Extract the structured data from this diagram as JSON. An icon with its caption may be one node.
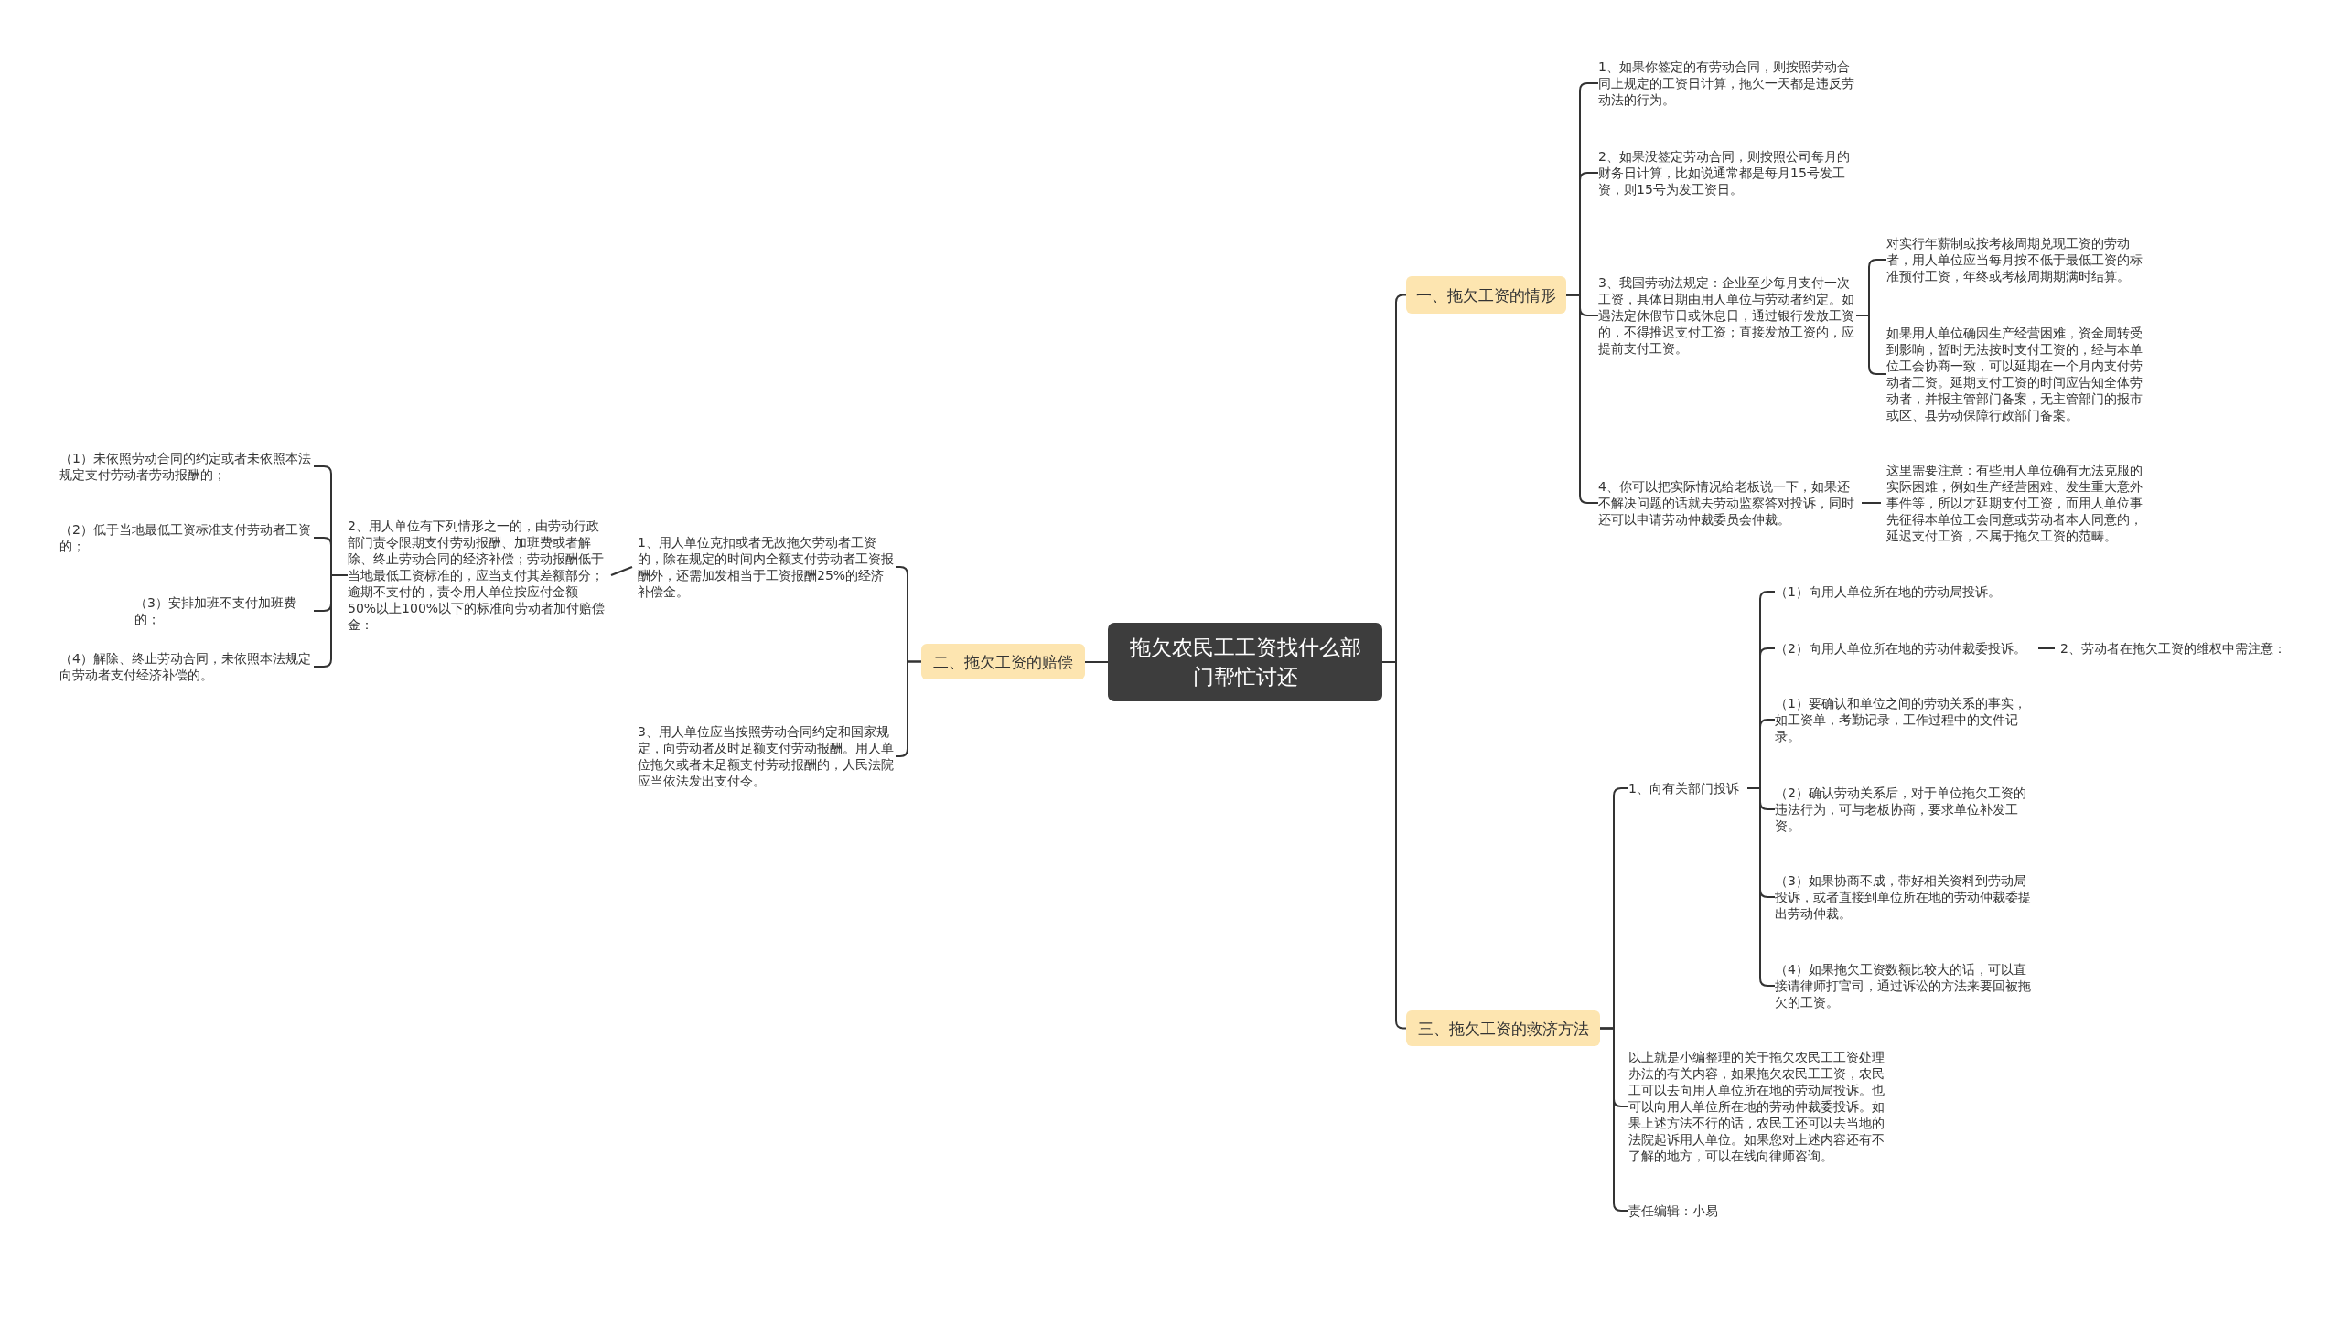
{
  "diagram": {
    "nodes": [
      {
        "text": [
          "拖欠农民工工资找什么部门帮忙讨还"
        ]
      },
      {
        "text": [
          "一、拖欠工资的情形"
        ]
      },
      {
        "text": [
          "1、如果你签定的有劳动合同，则按照劳动合同上规定的工资日计算，拖欠一天都是违反劳动法的行为。"
        ]
      },
      {
        "text": [
          "2、如果没签定劳动合同，则按照公司每月的财务日计算，比如说通常都是每月15号发工资，则15号为发工资日。"
        ]
      },
      {
        "text": [
          "3、我国劳动法规定：企业至少每月支付一次工资，具体日期由用人单位与劳动者约定。如遇法定休假节日或休息日，通过银行发放工资的，不得推迟支付工资；直接发放工资的，应提前支付工资。"
        ]
      },
      {
        "text": [
          "对实行年薪制或按考核周期兑现工资的劳动者，用人单位应当每月按不低于最低工资的标准预付工资，年终或考核周期期满时结算。"
        ]
      },
      {
        "text": [
          "如果用人单位确因生产经营困难，资金周转受到影响，暂时无法按时支付工资的，经与本单位工会协商一致，可以延期在一个月内支付劳动者工资。延期支付工资的时间应告知全体劳动者，并报主管部门备案，无主管部门的报市或区、县劳动保障行政部门备案。"
        ]
      },
      {
        "text": [
          "4、你可以把实际情况给老板说一下，如果还不解决问题的话就去劳动监察答对投诉，同时还可以申请劳动仲裁委员会仲裁。"
        ]
      },
      {
        "text": [
          "这里需要注意：有些用人单位确有无法克服的实际困难，例如生产经营困难、发生重大意外事件等，所以才延期支付工资，而用人单位事先征得本单位工会同意或劳动者本人同意的，延迟支付工资，不属于拖欠工资的范畴。"
        ]
      },
      {
        "text": [
          "二、拖欠工资的赔偿"
        ]
      },
      {
        "text": [
          "1、用人单位克扣或者无故拖欠劳动者工资的，除在规定的时间内全额支付劳动者工资报酬外，还需加发相当于工资报酬25%的经济补偿金。"
        ]
      },
      {
        "text": [
          "2、用人单位有下列情形之一的，由劳动行政部门责令限期支付劳动报酬、加班费或者解除、终止劳动合同的经济补偿；劳动报酬低于当地最低工资标准的，应当支付其差额部分；逾期不支付的，责令用人单位按应付金额50%以上100%以下的标准向劳动者加付赔偿金："
        ]
      },
      {
        "text": [
          "（1）未依照劳动合同的约定或者未依照本法规定支付劳动者劳动报酬的；"
        ]
      },
      {
        "text": [
          "（2）低于当地最低工资标准支付劳动者工资的；"
        ]
      },
      {
        "text": [
          "（3）安排加班不支付加班费的；"
        ]
      },
      {
        "text": [
          "（4）解除、终止劳动合同，未依照本法规定向劳动者支付经济补偿的。"
        ]
      },
      {
        "text": [
          "3、用人单位应当按照劳动合同约定和国家规定，向劳动者及时足额支付劳动报酬。用人单位拖欠或者未足额支付劳动报酬的，人民法院应当依法发出支付令。"
        ]
      },
      {
        "text": [
          "三、拖欠工资的救济方法"
        ]
      },
      {
        "text": [
          "1、向有关部门投诉"
        ]
      },
      {
        "text": [
          "（1）向用人单位所在地的劳动局投诉。"
        ]
      },
      {
        "text": [
          "（2）向用人单位所在地的劳动仲裁委投诉。"
        ]
      },
      {
        "text": [
          "2、劳动者在拖欠工资的维权中需注意："
        ]
      },
      {
        "text": [
          "（1）要确认和单位之间的劳动关系的事实，如工资单，考勤记录，工作过程中的文件记录。"
        ]
      },
      {
        "text": [
          "（2）确认劳动关系后，对于单位拖欠工资的违法行为，可与老板协商，要求单位补发工资。"
        ]
      },
      {
        "text": [
          "（3）如果协商不成，带好相关资料到劳动局投诉，或者直接到单位所在地的劳动仲裁委提出劳动仲裁。"
        ]
      },
      {
        "text": [
          "（4）如果拖欠工资数额比较大的话，可以直接请律师打官司，通过诉讼的方法来要回被拖欠的工资。"
        ]
      },
      {
        "text": [
          "以上就是小编整理的关于拖欠农民工工资处理办法的有关内容，如果拖欠农民工工资，农民工可以去向用人单位所在地的劳动局投诉。也可以向用人单位所在地的劳动仲裁委投诉。如果上述方法不行的话，农民工还可以去当地的法院起诉用人单位。如果您对上述内容还有不了解的地方，可以在线向律师咨询。"
        ]
      },
      {
        "text": [
          "责任编辑：小易"
        ]
      }
    ],
    "edges": [
      {
        "from": 0,
        "to": 1,
        "arrow": "none"
      },
      {
        "from": 0,
        "to": 9,
        "arrow": "none"
      },
      {
        "from": 0,
        "to": 17,
        "arrow": "none"
      },
      {
        "from": 1,
        "to": 2,
        "arrow": "none"
      },
      {
        "from": 1,
        "to": 3,
        "arrow": "none"
      },
      {
        "from": 1,
        "to": 4,
        "arrow": "none"
      },
      {
        "from": 1,
        "to": 7,
        "arrow": "none"
      },
      {
        "from": 4,
        "to": 5,
        "arrow": "none"
      },
      {
        "from": 4,
        "to": 6,
        "arrow": "none"
      },
      {
        "from": 7,
        "to": 8,
        "arrow": "none"
      },
      {
        "from": 9,
        "to": 10,
        "arrow": "none"
      },
      {
        "from": 10,
        "to": 11,
        "arrow": "none"
      },
      {
        "from": 9,
        "to": 16,
        "arrow": "none"
      },
      {
        "from": 11,
        "to": 12,
        "arrow": "none"
      },
      {
        "from": 11,
        "to": 13,
        "arrow": "none"
      },
      {
        "from": 11,
        "to": 14,
        "arrow": "none"
      },
      {
        "from": 11,
        "to": 15,
        "arrow": "none"
      },
      {
        "from": 17,
        "to": 18,
        "arrow": "none"
      },
      {
        "from": 17,
        "to": 26,
        "arrow": "none"
      },
      {
        "from": 17,
        "to": 27,
        "arrow": "none"
      },
      {
        "from": 18,
        "to": 19,
        "arrow": "none"
      },
      {
        "from": 18,
        "to": 20,
        "arrow": "none"
      },
      {
        "from": 18,
        "to": 22,
        "arrow": "none"
      },
      {
        "from": 18,
        "to": 23,
        "arrow": "none"
      },
      {
        "from": 18,
        "to": 24,
        "arrow": "none"
      },
      {
        "from": 18,
        "to": 25,
        "arrow": "none"
      },
      {
        "from": 20,
        "to": 21,
        "arrow": "none"
      }
    ]
  }
}
